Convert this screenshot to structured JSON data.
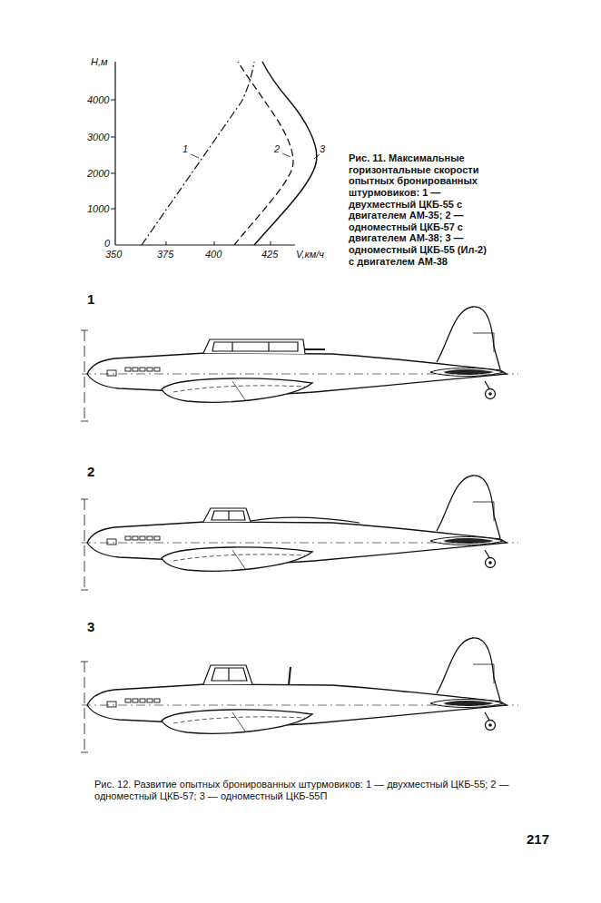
{
  "diagram": {
    "caption": "Рис. 12. Развитие опытных бронированных штурмовиков: 1 — двухместный ЦКБ-55; 2 — одноместный ЦКБ-57; 3 — одноместный ЦКБ-55П",
    "labels": [
      "Н,м",
      "4000",
      "3000",
      "2000",
      "1000",
      "0",
      "350",
      "375",
      "400",
      "425",
      "V,км/ч",
      "1",
      "2",
      "3",
      "Рис. 11. Максимальные горизонтальные скорости опытных бронированных штурмовиков: 1 — двухместный ЦКБ-55 с двигателем АМ-35; 2 — одноместный ЦКБ-57 с двигателем АМ-38; 3 — одноместный ЦКБ-55 (Ил-2) с двигателем АМ-38",
      "1",
      "2",
      "3",
      "217"
    ]
  }
}
